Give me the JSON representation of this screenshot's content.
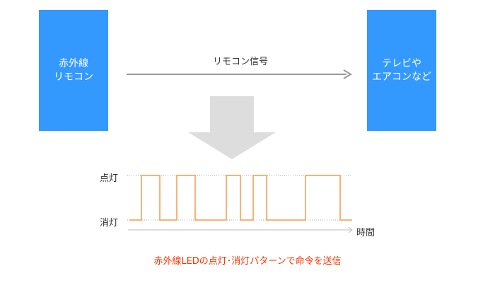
{
  "remote": {
    "line1": "赤外線",
    "line2": "リモコン"
  },
  "device": {
    "line1": "テレビや",
    "line2": "エアコンなど"
  },
  "signal_label": "リモコン信号",
  "axis": {
    "on_label": "点灯",
    "off_label": "消灯",
    "time_label": "時間"
  },
  "caption": "赤外線LEDの点灯･消灯パターンで命令を送信",
  "colors": {
    "box": "#3399ff",
    "arrow": "#999999",
    "big_arrow": "#dddddd",
    "waveform": "#f59a4a",
    "caption": "#ff3300"
  },
  "waveform": {
    "description_levels": [
      "off",
      "on"
    ],
    "transitions": [
      "off",
      "on",
      "off",
      "on",
      "off",
      "on",
      "off",
      "on",
      "off",
      "on",
      "off"
    ]
  }
}
